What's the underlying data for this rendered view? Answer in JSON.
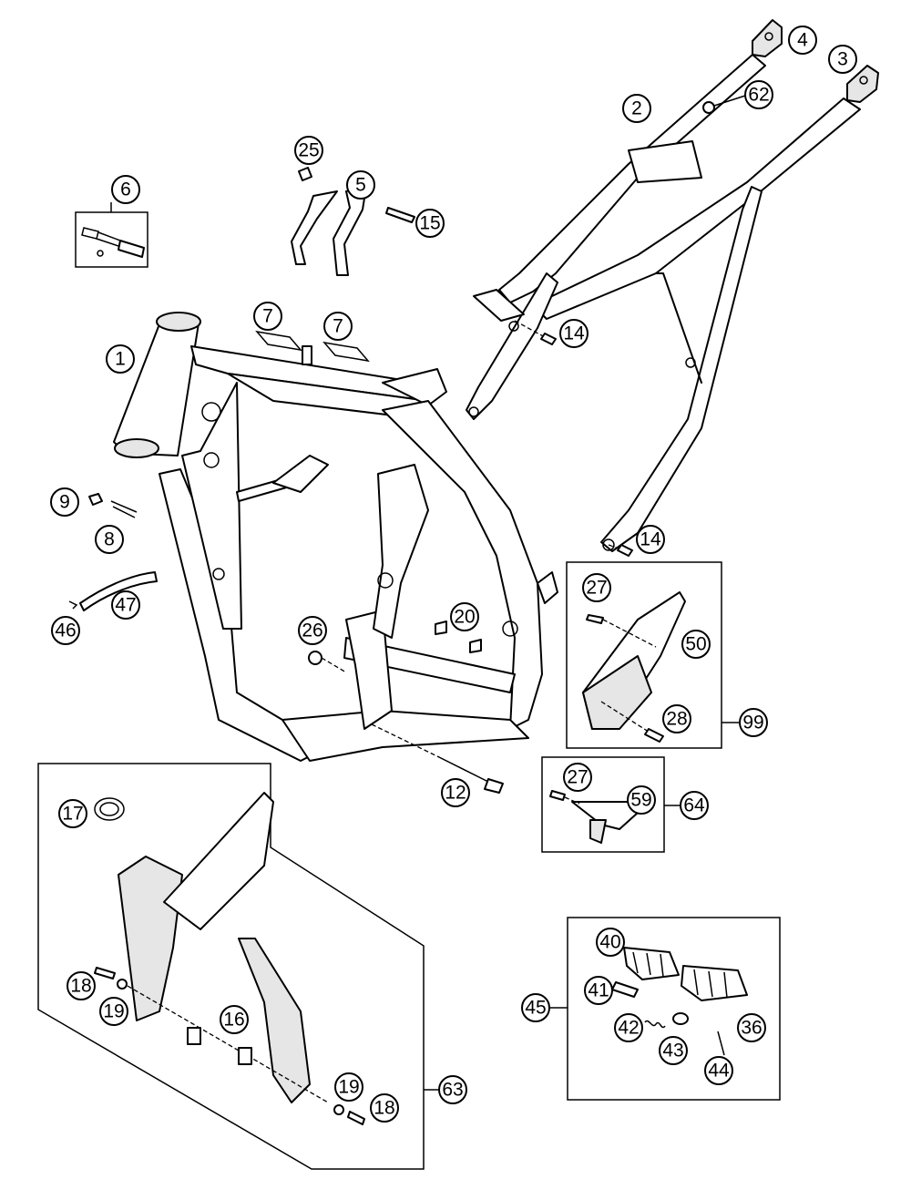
{
  "diagram": {
    "callouts": [
      {
        "id": "c1",
        "label": "1"
      },
      {
        "id": "c2",
        "label": "2"
      },
      {
        "id": "c3",
        "label": "3"
      },
      {
        "id": "c4",
        "label": "4"
      },
      {
        "id": "c5",
        "label": "5"
      },
      {
        "id": "c6",
        "label": "6"
      },
      {
        "id": "c7a",
        "label": "7"
      },
      {
        "id": "c7b",
        "label": "7"
      },
      {
        "id": "c8",
        "label": "8"
      },
      {
        "id": "c9",
        "label": "9"
      },
      {
        "id": "c12",
        "label": "12"
      },
      {
        "id": "c14a",
        "label": "14"
      },
      {
        "id": "c14b",
        "label": "14"
      },
      {
        "id": "c15",
        "label": "15"
      },
      {
        "id": "c16",
        "label": "16"
      },
      {
        "id": "c17",
        "label": "17"
      },
      {
        "id": "c18a",
        "label": "18"
      },
      {
        "id": "c18b",
        "label": "18"
      },
      {
        "id": "c19a",
        "label": "19"
      },
      {
        "id": "c19b",
        "label": "19"
      },
      {
        "id": "c20",
        "label": "20"
      },
      {
        "id": "c25",
        "label": "25"
      },
      {
        "id": "c26",
        "label": "26"
      },
      {
        "id": "c27a",
        "label": "27"
      },
      {
        "id": "c27b",
        "label": "27"
      },
      {
        "id": "c28",
        "label": "28"
      },
      {
        "id": "c36",
        "label": "36"
      },
      {
        "id": "c40",
        "label": "40"
      },
      {
        "id": "c41",
        "label": "41"
      },
      {
        "id": "c42",
        "label": "42"
      },
      {
        "id": "c43",
        "label": "43"
      },
      {
        "id": "c44",
        "label": "44"
      },
      {
        "id": "c45",
        "label": "45"
      },
      {
        "id": "c46",
        "label": "46"
      },
      {
        "id": "c47",
        "label": "47"
      },
      {
        "id": "c50",
        "label": "50"
      },
      {
        "id": "c59",
        "label": "59"
      },
      {
        "id": "c62",
        "label": "62"
      },
      {
        "id": "c63",
        "label": "63"
      },
      {
        "id": "c64",
        "label": "64"
      },
      {
        "id": "c99",
        "label": "99"
      }
    ]
  }
}
